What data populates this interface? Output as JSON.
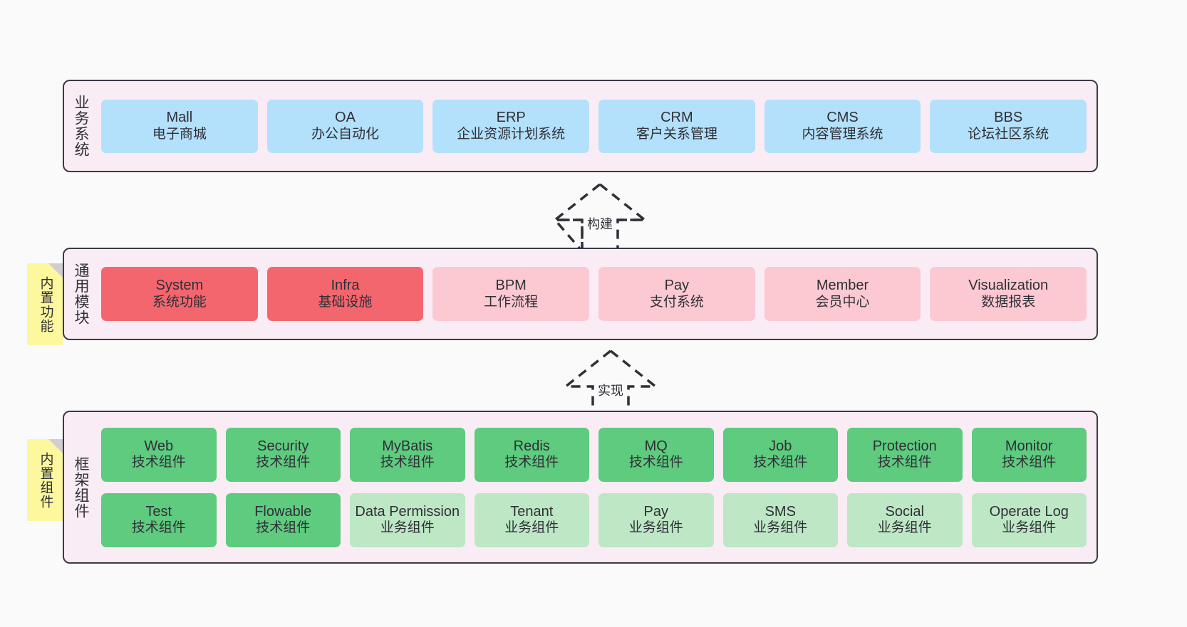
{
  "diagram": {
    "title": "",
    "background_color": "#fafafa",
    "layer_fill": "#faecf4",
    "layer_border": "#3a3a46"
  },
  "layers": [
    {
      "id": "business",
      "title": "业务系统",
      "rows": [
        {
          "cells": [
            {
              "name": "Mall",
              "sub": "电子商城",
              "style": "c-blue",
              "color": "#b3e0fb"
            },
            {
              "name": "OA",
              "sub": "办公自动化",
              "style": "c-blue",
              "color": "#b3e0fb"
            },
            {
              "name": "ERP",
              "sub": "企业资源计划系统",
              "style": "c-blue",
              "color": "#b3e0fb"
            },
            {
              "name": "CRM",
              "sub": "客户关系管理",
              "style": "c-blue",
              "color": "#b3e0fb"
            },
            {
              "name": "CMS",
              "sub": "内容管理系统",
              "style": "c-blue",
              "color": "#b3e0fb"
            },
            {
              "name": "BBS",
              "sub": "论坛社区系统",
              "style": "c-blue",
              "color": "#b3e0fb"
            }
          ]
        }
      ]
    },
    {
      "id": "modules",
      "title": "通用模块",
      "sticky": "内置功能",
      "rows": [
        {
          "cells": [
            {
              "name": "System",
              "sub": "系统功能",
              "style": "c-red",
              "color": "#f4666e"
            },
            {
              "name": "Infra",
              "sub": "基础设施",
              "style": "c-red",
              "color": "#f4666e"
            },
            {
              "name": "BPM",
              "sub": "工作流程",
              "style": "c-pink",
              "color": "#fcc9d2"
            },
            {
              "name": "Pay",
              "sub": "支付系统",
              "style": "c-pink",
              "color": "#fcc9d2"
            },
            {
              "name": "Member",
              "sub": "会员中心",
              "style": "c-pink",
              "color": "#fcc9d2"
            },
            {
              "name": "Visualization",
              "sub": "数据报表",
              "style": "c-pink",
              "color": "#fcc9d2"
            }
          ]
        }
      ]
    },
    {
      "id": "framework",
      "title": "框架组件",
      "sticky": "内置组件",
      "rows": [
        {
          "cells": [
            {
              "name": "Web",
              "sub": "技术组件",
              "style": "c-green",
              "color": "#5ecb7e"
            },
            {
              "name": "Security",
              "sub": "技术组件",
              "style": "c-green",
              "color": "#5ecb7e"
            },
            {
              "name": "MyBatis",
              "sub": "技术组件",
              "style": "c-green",
              "color": "#5ecb7e"
            },
            {
              "name": "Redis",
              "sub": "技术组件",
              "style": "c-green",
              "color": "#5ecb7e"
            },
            {
              "name": "MQ",
              "sub": "技术组件",
              "style": "c-green",
              "color": "#5ecb7e"
            },
            {
              "name": "Job",
              "sub": "技术组件",
              "style": "c-green",
              "color": "#5ecb7e"
            },
            {
              "name": "Protection",
              "sub": "技术组件",
              "style": "c-green",
              "color": "#5ecb7e"
            },
            {
              "name": "Monitor",
              "sub": "技术组件",
              "style": "c-green",
              "color": "#5ecb7e"
            }
          ]
        },
        {
          "cells": [
            {
              "name": "Test",
              "sub": "技术组件",
              "style": "c-green",
              "color": "#5ecb7e"
            },
            {
              "name": "Flowable",
              "sub": "技术组件",
              "style": "c-green",
              "color": "#5ecb7e"
            },
            {
              "name": "Data Permission",
              "sub": "业务组件",
              "style": "c-lightgreen",
              "color": "#bde7c5"
            },
            {
              "name": "Tenant",
              "sub": "业务组件",
              "style": "c-lightgreen",
              "color": "#bde7c5"
            },
            {
              "name": "Pay",
              "sub": "业务组件",
              "style": "c-lightgreen",
              "color": "#bde7c5"
            },
            {
              "name": "SMS",
              "sub": "业务组件",
              "style": "c-lightgreen",
              "color": "#bde7c5"
            },
            {
              "name": "Social",
              "sub": "业务组件",
              "style": "c-lightgreen",
              "color": "#bde7c5"
            },
            {
              "name": "Operate Log",
              "sub": "业务组件",
              "style": "c-lightgreen",
              "color": "#bde7c5"
            }
          ]
        }
      ]
    }
  ],
  "connectors": [
    {
      "id": "build",
      "label": "构建",
      "from": "modules",
      "to": "business",
      "style": "dashed-hollow-arrow"
    },
    {
      "id": "impl",
      "label": "实现",
      "from": "framework",
      "to": "modules",
      "style": "dashed-hollow-arrow"
    }
  ],
  "sticky_notes": [
    {
      "id": "functions",
      "label": "内置功能",
      "color": "#fdf79e"
    },
    {
      "id": "components",
      "label": "内置组件",
      "color": "#fdf79e"
    }
  ]
}
